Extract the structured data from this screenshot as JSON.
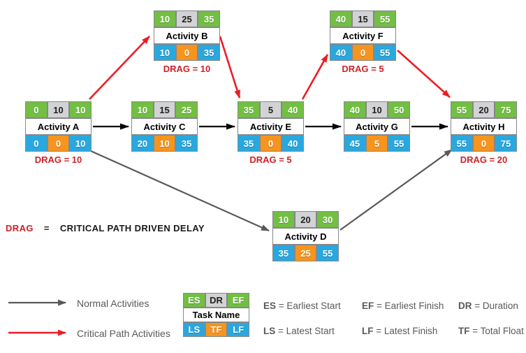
{
  "colors": {
    "critical": "#ED1C24",
    "normal": "#000000",
    "dependency": "#58595B",
    "green": "#72BF44",
    "cellgray": "#D1D3D4",
    "blue": "#29A8E0",
    "orange": "#F7941E",
    "dragtext": "#CE2127",
    "legendtext": "#58595B"
  },
  "nodes": [
    {
      "name": "Activity A",
      "es": "0",
      "dr": "10",
      "ef": "10",
      "ls": "0",
      "tf": "0",
      "lf": "10",
      "drag": "DRAG = 10"
    },
    {
      "name": "Activity B",
      "es": "10",
      "dr": "25",
      "ef": "35",
      "ls": "10",
      "tf": "0",
      "lf": "35",
      "drag": "DRAG = 10"
    },
    {
      "name": "Activity C",
      "es": "10",
      "dr": "15",
      "ef": "25",
      "ls": "20",
      "tf": "10",
      "lf": "35"
    },
    {
      "name": "Activity D",
      "es": "10",
      "dr": "20",
      "ef": "30",
      "ls": "35",
      "tf": "25",
      "lf": "55"
    },
    {
      "name": "Activity E",
      "es": "35",
      "dr": "5",
      "ef": "40",
      "ls": "35",
      "tf": "0",
      "lf": "40",
      "drag": "DRAG = 5"
    },
    {
      "name": "Activity F",
      "es": "40",
      "dr": "15",
      "ef": "55",
      "ls": "40",
      "tf": "0",
      "lf": "55",
      "drag": "DRAG = 5"
    },
    {
      "name": "Activity G",
      "es": "40",
      "dr": "10",
      "ef": "50",
      "ls": "45",
      "tf": "5",
      "lf": "55"
    },
    {
      "name": "Activity H",
      "es": "55",
      "dr": "20",
      "ef": "75",
      "ls": "55",
      "tf": "0",
      "lf": "75",
      "drag": "DRAG = 20"
    }
  ],
  "note": {
    "term": "DRAG",
    "eq": "=",
    "definition": "CRITICAL PATH DRIVEN DELAY"
  },
  "legend": {
    "normal_label": "Normal Activities",
    "critical_label": "Critical Path Activities",
    "sample": {
      "es": "ES",
      "dr": "DR",
      "ef": "EF",
      "name": "Task Name",
      "ls": "LS",
      "tf": "TF",
      "lf": "LF"
    },
    "definitions": [
      {
        "abbr": "ES",
        "rest": "= Earliest Start"
      },
      {
        "abbr": "EF",
        "rest": "= Earliest Finish"
      },
      {
        "abbr": "DR",
        "rest": "= Duration"
      },
      {
        "abbr": "LS",
        "rest": "= Latest Start"
      },
      {
        "abbr": "LF",
        "rest": "= Latest Finish"
      },
      {
        "abbr": "TF",
        "rest": "= Total Float"
      }
    ]
  }
}
